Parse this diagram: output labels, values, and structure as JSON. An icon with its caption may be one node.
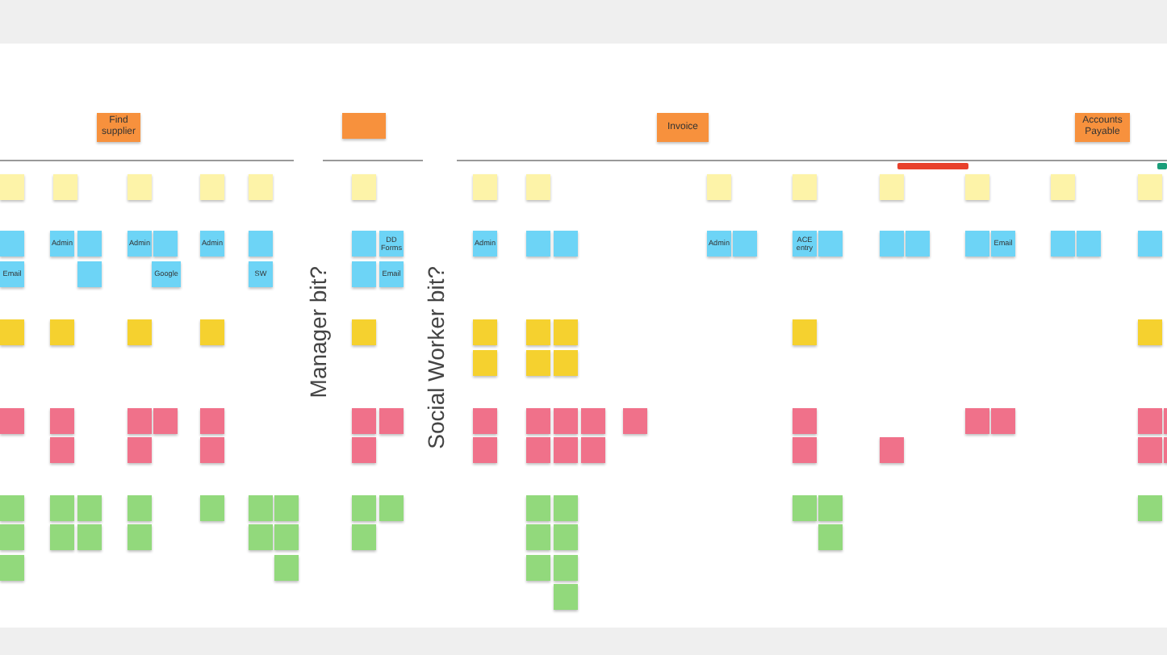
{
  "diagram": {
    "nodes": [
      {
        "text": [
          "Find supplier"
        ]
      },
      {
        "text": [],
        "shape": "box"
      },
      {
        "text": [
          "Invoice"
        ]
      },
      {
        "text": [
          "Accounts Payable"
        ]
      },
      {
        "text": [],
        "shape": "box"
      },
      {
        "text": [],
        "shape": "box"
      },
      {
        "text": [],
        "shape": "box"
      },
      {
        "text": [],
        "shape": "box"
      },
      {
        "text": [],
        "shape": "box"
      },
      {
        "text": [],
        "shape": "box"
      },
      {
        "text": [],
        "shape": "box"
      },
      {
        "text": [],
        "shape": "box"
      },
      {
        "text": [],
        "shape": "box"
      },
      {
        "text": [],
        "shape": "box"
      },
      {
        "text": [],
        "shape": "box"
      },
      {
        "text": [],
        "shape": "box"
      },
      {
        "text": [],
        "shape": "box"
      },
      {
        "text": [],
        "shape": "box"
      },
      {
        "text": [],
        "shape": "box"
      },
      {
        "text": [
          "Admin"
        ]
      },
      {
        "text": [],
        "shape": "box"
      },
      {
        "text": [
          "Admin"
        ]
      },
      {
        "text": [],
        "shape": "box"
      },
      {
        "text": [
          "Admin"
        ]
      },
      {
        "text": [],
        "shape": "box"
      },
      {
        "text": [],
        "shape": "box"
      },
      {
        "text": [
          "DD Forms"
        ]
      },
      {
        "text": [
          "Admin"
        ]
      },
      {
        "text": [],
        "shape": "box"
      },
      {
        "text": [],
        "shape": "box"
      },
      {
        "text": [
          "Admin"
        ]
      },
      {
        "text": [],
        "shape": "box"
      },
      {
        "text": [
          "ACE entry"
        ]
      },
      {
        "text": [],
        "shape": "box"
      },
      {
        "text": [],
        "shape": "box"
      },
      {
        "text": [],
        "shape": "box"
      },
      {
        "text": [],
        "shape": "box"
      },
      {
        "text": [
          "Email"
        ]
      },
      {
        "text": [],
        "shape": "box"
      },
      {
        "text": [],
        "shape": "box"
      },
      {
        "text": [],
        "shape": "box"
      },
      {
        "text": [
          "Email"
        ]
      },
      {
        "text": [],
        "shape": "box"
      },
      {
        "text": [
          "Google"
        ]
      },
      {
        "text": [
          "SW"
        ]
      },
      {
        "text": [],
        "shape": "box"
      },
      {
        "text": [
          "Email"
        ]
      },
      {
        "text": [],
        "shape": "box"
      },
      {
        "text": [],
        "shape": "box"
      },
      {
        "text": [],
        "shape": "box"
      },
      {
        "text": [],
        "shape": "box"
      },
      {
        "text": [],
        "shape": "box"
      },
      {
        "text": [],
        "shape": "box"
      },
      {
        "text": [],
        "shape": "box"
      },
      {
        "text": [],
        "shape": "box"
      },
      {
        "text": [],
        "shape": "box"
      },
      {
        "text": [],
        "shape": "box"
      },
      {
        "text": [],
        "shape": "box"
      },
      {
        "text": [],
        "shape": "box"
      },
      {
        "text": [],
        "shape": "box"
      },
      {
        "text": [],
        "shape": "box"
      },
      {
        "text": [],
        "shape": "box"
      },
      {
        "text": [],
        "shape": "box"
      },
      {
        "text": [],
        "shape": "box"
      },
      {
        "text": [],
        "shape": "box"
      },
      {
        "text": [],
        "shape": "box"
      },
      {
        "text": [],
        "shape": "box"
      },
      {
        "text": [],
        "shape": "box"
      },
      {
        "text": [],
        "shape": "box"
      },
      {
        "text": [],
        "shape": "box"
      },
      {
        "text": [],
        "shape": "box"
      },
      {
        "text": [],
        "shape": "box"
      },
      {
        "text": [],
        "shape": "box"
      },
      {
        "text": [],
        "shape": "box"
      },
      {
        "text": [],
        "shape": "box"
      },
      {
        "text": [],
        "shape": "box"
      },
      {
        "text": [],
        "shape": "box"
      },
      {
        "text": [],
        "shape": "box"
      },
      {
        "text": [],
        "shape": "box"
      },
      {
        "text": [],
        "shape": "box"
      },
      {
        "text": [],
        "shape": "box"
      },
      {
        "text": [],
        "shape": "box"
      },
      {
        "text": [],
        "shape": "box"
      },
      {
        "text": [],
        "shape": "box"
      },
      {
        "text": [],
        "shape": "box"
      },
      {
        "text": [],
        "shape": "box"
      },
      {
        "text": [],
        "shape": "box"
      },
      {
        "text": [],
        "shape": "box"
      },
      {
        "text": [],
        "shape": "box"
      },
      {
        "text": [],
        "shape": "box"
      },
      {
        "text": [],
        "shape": "box"
      },
      {
        "text": [],
        "shape": "box"
      },
      {
        "text": [],
        "shape": "box"
      },
      {
        "text": [],
        "shape": "box"
      },
      {
        "text": [],
        "shape": "box"
      },
      {
        "text": [],
        "shape": "box"
      },
      {
        "text": [],
        "shape": "box"
      },
      {
        "text": [],
        "shape": "box"
      },
      {
        "text": [],
        "shape": "box"
      },
      {
        "text": [],
        "shape": "box"
      },
      {
        "text": [],
        "shape": "box"
      },
      {
        "text": [],
        "shape": "box"
      },
      {
        "text": [],
        "shape": "box"
      },
      {
        "text": [],
        "shape": "box"
      },
      {
        "text": [],
        "shape": "box"
      },
      {
        "text": [],
        "shape": "box"
      },
      {
        "text": [],
        "shape": "box"
      },
      {
        "text": [],
        "shape": "box"
      },
      {
        "text": [],
        "shape": "box"
      },
      {
        "text": [],
        "shape": "box"
      },
      {
        "text": [],
        "shape": "box"
      },
      {
        "text": [],
        "shape": "box"
      },
      {
        "text": [],
        "shape": "box"
      },
      {
        "text": [],
        "shape": "box"
      },
      {
        "text": [],
        "shape": "box"
      },
      {
        "text": [],
        "shape": "box"
      },
      {
        "text": [],
        "shape": "box"
      },
      {
        "text": [],
        "shape": "box"
      }
    ],
    "labels": [
      "Manager bit?",
      "Social Worker bit?"
    ]
  }
}
